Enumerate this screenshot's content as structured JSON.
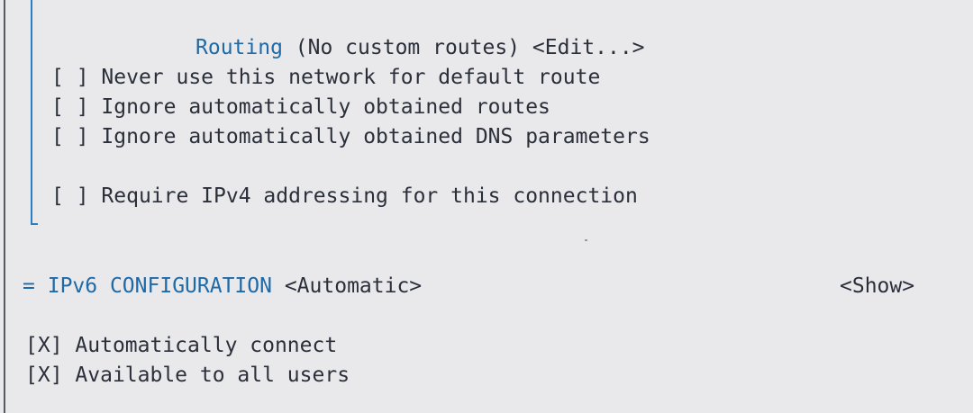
{
  "routing": {
    "label": "Routing",
    "value": "(No custom routes)",
    "edit_button": "<Edit...>"
  },
  "ipv4_options": [
    {
      "box": "[ ]",
      "label": "Never use this network for default route"
    },
    {
      "box": "[ ]",
      "label": "Ignore automatically obtained routes"
    },
    {
      "box": "[ ]",
      "label": "Ignore automatically obtained DNS parameters"
    },
    {
      "box": "[ ]",
      "label": "Require IPv4 addressing for this connection"
    }
  ],
  "ipv6": {
    "marker": "=",
    "label": "IPv6 CONFIGURATION",
    "mode": "<Automatic>",
    "show_button": "<Show>"
  },
  "connection_options": [
    {
      "box": "[X]",
      "label": "Automatically connect"
    },
    {
      "box": "[X]",
      "label": "Available to all users"
    }
  ]
}
